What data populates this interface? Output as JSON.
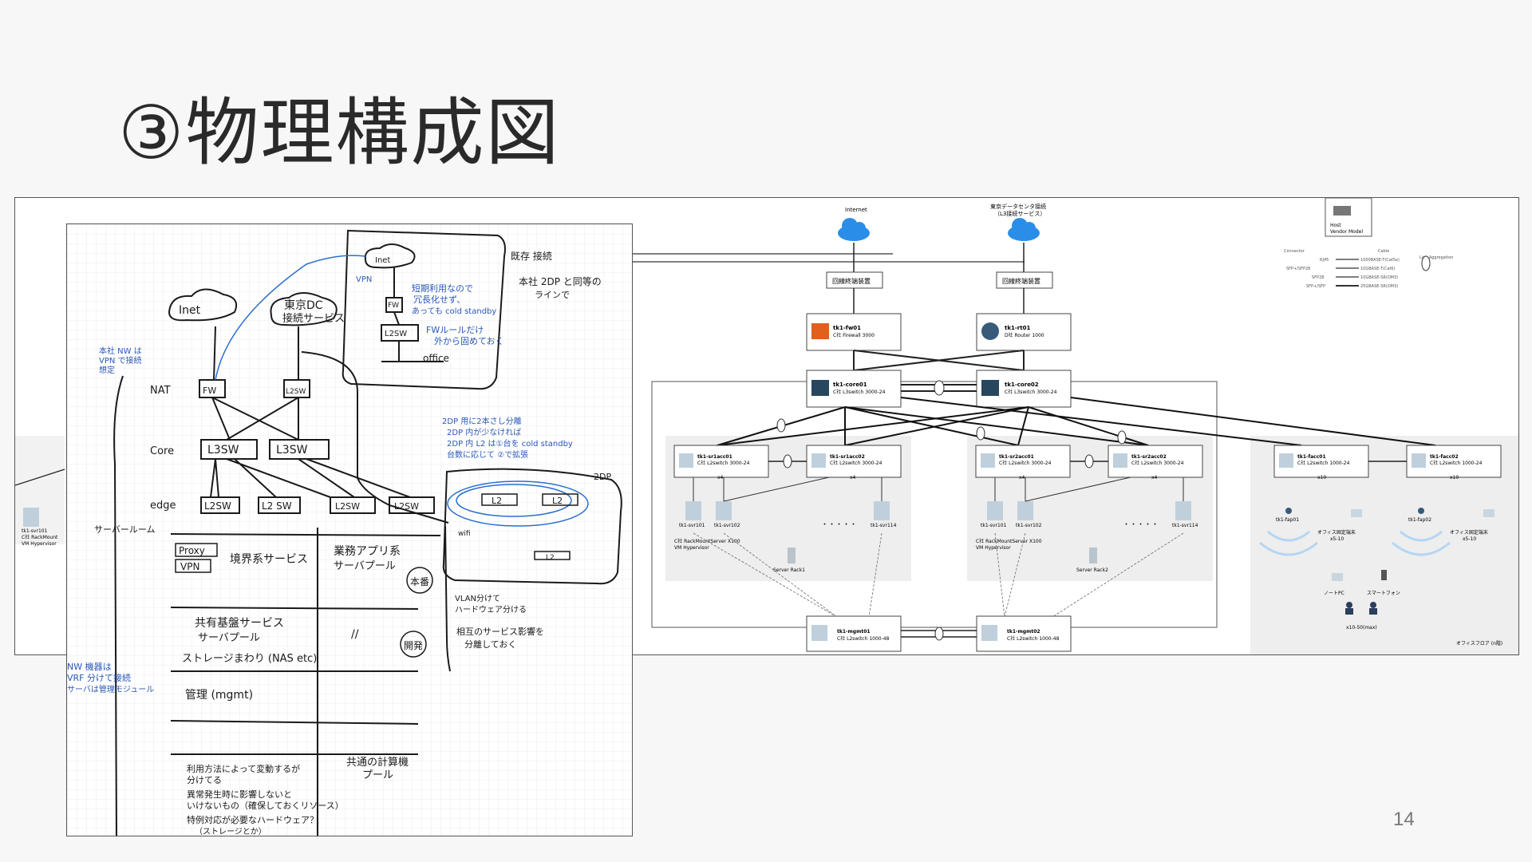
{
  "slide": {
    "title": "③物理構成図",
    "page_number": "14"
  },
  "left_fragment": {
    "server_name": "tk1-svr101",
    "server_desc1": "C社 RackMount",
    "server_desc2": "VM Hypervisor"
  },
  "sketch": {
    "inet": "Inet",
    "dc_line1": "東京DC",
    "dc_line2": "接続サービス",
    "row_nat": "NAT",
    "row_core": "Core",
    "row_edge": "edge",
    "row_server": "サーバールーム",
    "fw": "FW",
    "l2sw": "L2SW",
    "l3sw_1": "L3SW",
    "l3sw_2": "L3SW",
    "l2sw_e1": "L2SW",
    "l2sw_e2": "L2 SW",
    "l2sw_e3": "L2SW",
    "l2sw_e4": "L2SW",
    "office_inet": "Inet",
    "office_fw": "FW",
    "office_l2sw": "L2SW",
    "office_label": "office",
    "vpn": "VPN",
    "note_short_term1": "短期利用なので",
    "note_short_term2": "冗長化せず、",
    "note_short_term3": "あっても cold standby",
    "note_fw_out1": "FWルールだけ",
    "note_fw_out2": "外から固めておく",
    "note_main_net1": "本社 NW は",
    "note_main_net2": "VPN で接続",
    "note_main_net3": "想定",
    "note_connect1": "既存 接続",
    "note_connect2": "本社 2DP と同等の",
    "note_connect3": "ラインで",
    "note_dc1": "2DP 用に2本さし分離",
    "note_dc2": "2DP 内が少なければ",
    "note_dc3": "2DP 内 L2 は①台を cold standby",
    "note_dc4": "台数に応じて ②で拡張",
    "dc2": "2DP",
    "l2_a": "L2",
    "l2_b": "L2",
    "l2_c": "L2",
    "wifi": "wifi",
    "proxy": "Proxy",
    "vpn_box": "VPN",
    "external_service": "境界系サービス",
    "business_app1": "業務アプリ系",
    "business_app2": "サーバプール",
    "honban": "本番",
    "shared_service1": "共有基盤サービス",
    "shared_service2": "サーバプール",
    "storage": "ストレージまわり (NAS etc)",
    "kaihatsu": "開発",
    "ll_mark": "//",
    "vlan_note1": "VLAN分けて",
    "vlan_note2": "ハードウェア分ける",
    "mutual1": "相互のサービス影響を",
    "mutual2": "分離しておく",
    "nw_note1": "NW 機器は",
    "nw_note2": "VRF 分けて接続",
    "nw_note3": "サーバは管理モジュール",
    "mgmt": "管理 (mgmt)",
    "bottom1": "利用方法によって変動するが",
    "bottom2": "分けてる",
    "bottom3": "異常発生時に影響しないと",
    "bottom4": "いけないもの（確保しておくリソース）",
    "bottom5": "特例対応が必要なハードウェア？",
    "bottom6": "（ストレージとか）",
    "common_pool1": "共通の計算機",
    "common_pool2": "プール"
  },
  "diagram": {
    "internet": "Internet",
    "dc_service1": "東京データセンタ接続",
    "dc_service2": "（L3接続サービス）",
    "line_term1": "回線終端装置",
    "line_term2": "回線終端装置",
    "fw01_name": "tk1-fw01",
    "fw01_desc": "C社 Firewall 3000",
    "rt01_name": "tk1-rt01",
    "rt01_desc": "D社 Router 1000",
    "core01_name": "tk1-core01",
    "core01_desc": "C社 L3switch 3000-24",
    "core02_name": "tk1-core02",
    "core02_desc": "C社 L3switch 3000-24",
    "sr1acc01_name": "tk1-sr1acc01",
    "sr1acc01_desc": "C社 L2switch 3000-24",
    "sr1acc02_name": "tk1-sr1acc02",
    "sr1acc02_desc": "C社 L2switch 3000-24",
    "sr2acc01_name": "tk1-sr2acc01",
    "sr2acc01_desc": "C社 L2switch 3000-24",
    "sr2acc02_name": "tk1-sr2acc02",
    "sr2acc02_desc": "C社 L2switch 3000-24",
    "facc01_name": "tk1-facc01",
    "facc01_desc": "C社 L2switch 1000-24",
    "facc02_name": "tk1-facc02",
    "facc02_desc": "C社 L2switch 1000-24",
    "x4": "x4",
    "x10": "x10",
    "svr101": "tk1-svr101",
    "svr102": "tk1-svr102",
    "svr114": "tk1-svr114",
    "svr_desc1": "C社 RackMountServer X100",
    "svr_desc2": "VM Hypervisor",
    "rack1": "Server Rack1",
    "rack2": "Server Rack2",
    "ap01": "tk1-fap01",
    "ap02": "tk1-fap02",
    "office_pc1": "オフィス固定端末",
    "office_pc1_n": "x5-10",
    "office_pc2": "オフィス固定端末",
    "office_pc2_n": "x5-10",
    "notepc": "ノートPC",
    "smartphone": "スマートフォン",
    "users": "x10-50(max)",
    "office_floor": "オフィスフロア (n階)",
    "mgmt01_name": "tk1-mgmt01",
    "mgmt01_desc": "C社 L2switch 1000-48",
    "mgmt02_name": "tk1-mgmt02",
    "mgmt02_desc": "C社 L2switch 1000-48",
    "dots": "・・・・・",
    "legend_host": "Host",
    "legend_vendor": "Vendor Model",
    "legend_connector": "Connector",
    "legend_cable": "Cable",
    "legend_rj45": "RJ45",
    "legend_sfp": "SFP+/SFP28",
    "legend_sfp2": "SFP28",
    "legend_sfp3": "SFP+/SFP",
    "legend_c1": "1000BASE-T(Cat5e)",
    "legend_c2": "10GBASE-T(Cat6)",
    "legend_c3": "10GBASE-SR(OM3)",
    "legend_c4": "25GBASE-SR(OM3)",
    "legend_link": "Link Aggregation"
  }
}
